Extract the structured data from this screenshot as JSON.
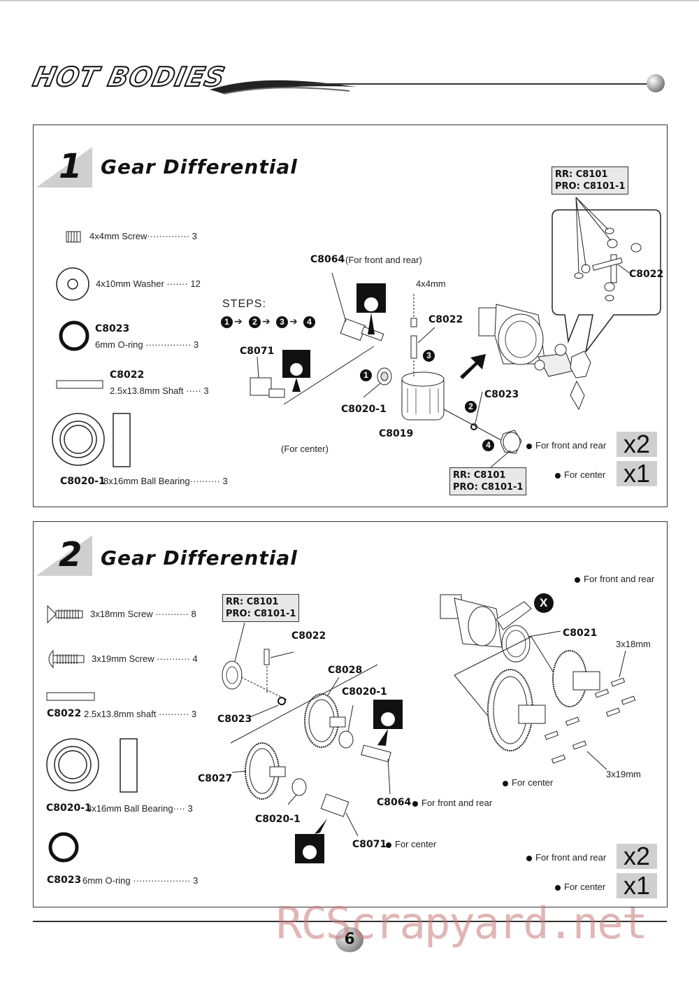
{
  "header": {
    "brand": "HOT BODIES"
  },
  "step1": {
    "number": "1",
    "title": "Gear Differential",
    "parts": {
      "screw": {
        "desc": "4x4mm  Screw",
        "dots": "··············",
        "qty": "3"
      },
      "washer": {
        "desc": "4x10mm Washer",
        "dots": "·······",
        "qty": "12"
      },
      "oring": {
        "code": "C8023",
        "desc": "6mm O-ring",
        "dots": "···············",
        "qty": "3"
      },
      "shaft": {
        "code": "C8022",
        "desc": "2.5x13.8mm Shaft",
        "dots": "·····",
        "qty": "3"
      },
      "bearing": {
        "code": "C8020-1",
        "desc": "8x16mm Ball Bearing",
        "dots": "··········",
        "qty": "3"
      }
    },
    "steps_label": "STEPS:",
    "steps": [
      "1",
      "2",
      "3",
      "4"
    ],
    "callouts": {
      "c8064": "C8064",
      "c8064_note": "(For front and rear)",
      "screw_4x4": "4x4mm",
      "c8022": "C8022",
      "c8071": "C8071",
      "c8020": "C8020-1",
      "c8019": "C8019",
      "c8023": "C8023",
      "for_center": "(For center)",
      "c8022_detail": "C8022",
      "box_top_rr": "RR: C8101",
      "box_top_pro": "PRO: C8101-1",
      "box_bottom_rr": "RR: C8101",
      "box_bottom_pro": "PRO: C8101-1"
    },
    "multiplier": {
      "front_rear_label": "For front and rear",
      "front_rear_qty": "x2",
      "center_label": "For center",
      "center_qty": "x1"
    }
  },
  "step2": {
    "number": "2",
    "title": "Gear Differential",
    "parts": {
      "screw18": {
        "desc": "3x18mm  Screw",
        "dots": "···········",
        "qty": "8"
      },
      "screw19": {
        "desc": "3x19mm  Screw",
        "dots": "···········",
        "qty": "4"
      },
      "shaft": {
        "code": "C8022",
        "desc": "2.5x13.8mm  shaft",
        "dots": "··········",
        "qty": "3"
      },
      "bearing": {
        "code": "C8020-1",
        "desc": "8x16mm  Ball  Bearing",
        "dots": "····",
        "qty": "3"
      },
      "oring": {
        "code": "C8023",
        "desc": "6mm  O-ring",
        "dots": "···················",
        "qty": "3"
      }
    },
    "callouts": {
      "box_rr": "RR: C8101",
      "box_pro": "PRO: C8101-1",
      "c8022": "C8022",
      "c8028": "C8028",
      "c8020_top": "C8020-1",
      "c8023": "C8023",
      "c8027": "C8027",
      "c8020_bottom": "C8020-1",
      "c8064": "C8064",
      "c8064_note": "For front and rear",
      "c8071": "C8071",
      "c8071_note": "For center",
      "c8021": "C8021",
      "screw_3x18": "3x18mm",
      "screw_3x19": "3x19mm",
      "for_front_rear_top": "For front and rear",
      "for_center_mid": "For center",
      "no_mark": "X"
    },
    "multiplier": {
      "front_rear_label": "For front and rear",
      "front_rear_qty": "x2",
      "center_label": "For center",
      "center_qty": "x1"
    }
  },
  "footer": {
    "page_number": "6",
    "watermark": "RCScrapyard.net"
  }
}
